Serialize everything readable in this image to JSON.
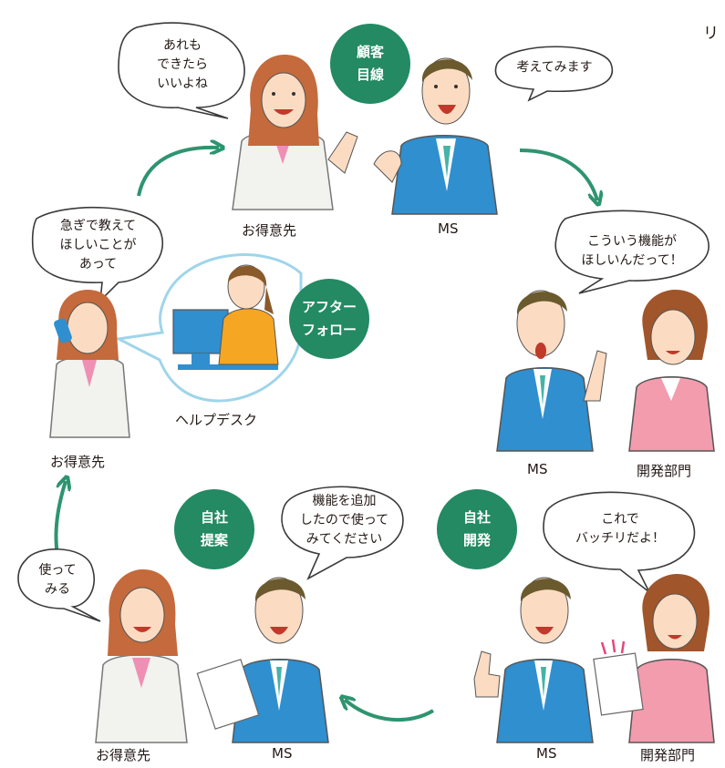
{
  "corner_mark": "リ",
  "badges": {
    "customer_view": [
      "顧客",
      "目線"
    ],
    "after_follow": [
      "アフター",
      "フォロー"
    ],
    "in_house_dev": [
      "自社",
      "開発"
    ],
    "in_house_proposal": [
      "自社",
      "提案"
    ]
  },
  "bubbles": {
    "customer_top": [
      "あれも",
      "できたら",
      "いいよね"
    ],
    "ms_top": [
      "考えてみます"
    ],
    "ms_right": [
      "こういう機能が",
      "ほしいんだって！"
    ],
    "customer_left": [
      "急ぎで教えて",
      "ほしいことが",
      "あって"
    ],
    "ms_bottom": [
      "機能を追加",
      "したので使って",
      "みてください"
    ],
    "dev_bottom": [
      "これで",
      "バッチリだよ！"
    ],
    "customer_bottom": [
      "使って",
      "みる"
    ]
  },
  "labels": {
    "customer_top": "お得意先",
    "ms_top": "MS",
    "ms_right": "MS",
    "dev_right": "開発部門",
    "helpdesk": "ヘルプデスク",
    "customer_left": "お得意先",
    "customer_bottom": "お得意先",
    "ms_bottom": "MS",
    "ms_bottom_right": "MS",
    "dev_bottom_right": "開発部門"
  },
  "colors": {
    "badge_green": "#238a63",
    "arrow_green": "#2e9470",
    "helpdesk_ring": "#9fd5ea",
    "ms_suit": "#2f8fcf",
    "dev_suit": "#f29cae",
    "coat": "#f2f2ee"
  }
}
